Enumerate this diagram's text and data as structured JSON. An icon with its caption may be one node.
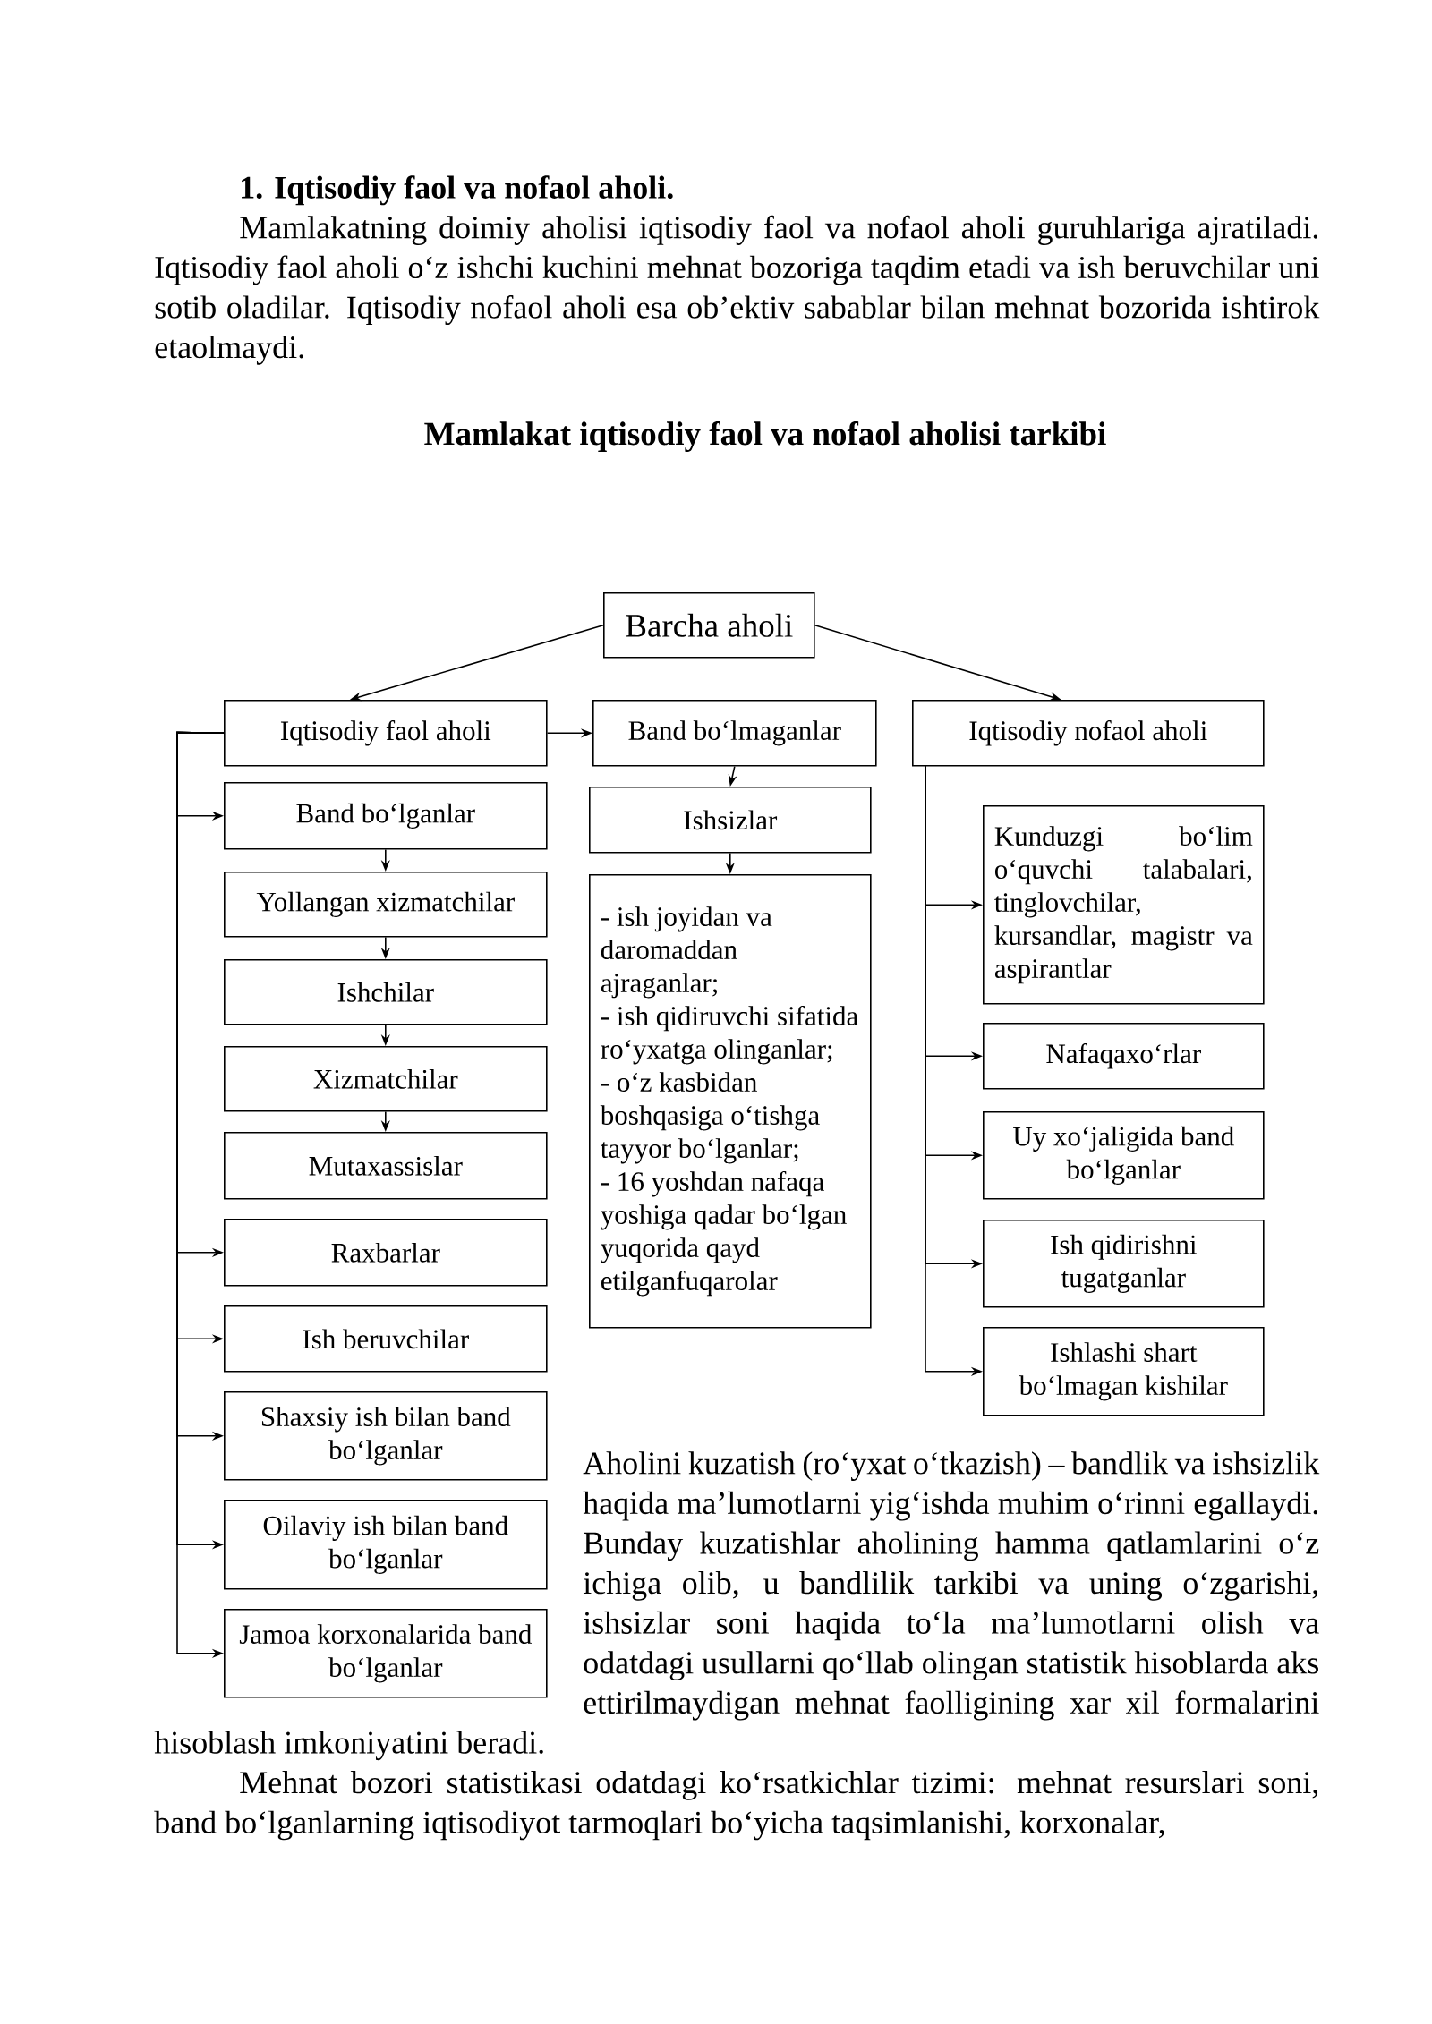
{
  "diagram": {
    "title": "Mamlakat iqtisodiy faol va nofaol aholisi tarkibi",
    "nodes": [
      {
        "text": [
          "Barcha aholi"
        ]
      },
      {
        "text": [
          "Iqtisodiy faol aholi"
        ]
      },
      {
        "text": [
          "Band bo‘lmaganlar"
        ]
      },
      {
        "text": [
          "Iqtisodiy nofaol aholi"
        ]
      },
      {
        "text": [
          "Band bo‘lganlar"
        ]
      },
      {
        "text": [
          "Yollangan xizmatchilar"
        ]
      },
      {
        "text": [
          "Ishchilar"
        ]
      },
      {
        "text": [
          "Xizmatchilar"
        ]
      },
      {
        "text": [
          "Mutaxassislar"
        ]
      },
      {
        "text": [
          "Raxbarlar"
        ]
      },
      {
        "text": [
          "Ish beruvchilar"
        ]
      },
      {
        "text": [
          "Shaxsiy ish bilan band bo‘lganlar"
        ]
      },
      {
        "text": [
          "Oilaviy ish bilan band bo‘lganlar"
        ]
      },
      {
        "text": [
          "Jamoa korxonalarida band bo‘lganlar"
        ]
      },
      {
        "text": [
          "Ishsizlar"
        ]
      },
      {
        "text": [
          "- ish joyidan va daromaddan ajraganlar;",
          "- ish qidiruvchi sifatida ro‘yxatga olinganlar;",
          "- o‘z kasbidan boshqasiga o‘tishga tayyor bo‘lganlar;",
          "- 16 yoshdan nafaqa yoshiga qadar bo‘lgan yuqorida qayd etilganfuqarolar"
        ]
      },
      {
        "text": [
          "Kunduzgi bo‘lim o‘quvchi talabalari, tinglovchilar, kursandlar, magistr va aspirantlar"
        ]
      },
      {
        "text": [
          "Nafaqaxo‘rlar"
        ]
      },
      {
        "text": [
          "Uy xo‘jaligida band bo‘lganlar"
        ]
      },
      {
        "text": [
          "Ish qidirishni tugatganlar"
        ]
      },
      {
        "text": [
          "Ishlashi shart bo‘lmagan kishilar"
        ]
      }
    ],
    "edges": [
      {
        "from": 0,
        "to": 1,
        "arrow": "to"
      },
      {
        "from": 0,
        "to": 3,
        "arrow": "to"
      },
      {
        "from": 1,
        "to": 2,
        "arrow": "to"
      },
      {
        "from": 2,
        "to": 14,
        "arrow": "to"
      },
      {
        "from": 14,
        "to": 15,
        "arrow": "to"
      },
      {
        "from": 4,
        "to": 5,
        "arrow": "to"
      },
      {
        "from": 5,
        "to": 6,
        "arrow": "to"
      },
      {
        "from": 6,
        "to": 7,
        "arrow": "to"
      },
      {
        "from": 7,
        "to": 8,
        "arrow": "to"
      },
      {
        "from": 1,
        "to": 4,
        "arrow": "to"
      },
      {
        "from": 1,
        "to": 9,
        "arrow": "to"
      },
      {
        "from": 1,
        "to": 10,
        "arrow": "to"
      },
      {
        "from": 1,
        "to": 11,
        "arrow": "to"
      },
      {
        "from": 1,
        "to": 12,
        "arrow": "to"
      },
      {
        "from": 1,
        "to": 13,
        "arrow": "to"
      },
      {
        "from": 3,
        "to": 16,
        "arrow": "to"
      },
      {
        "from": 3,
        "to": 17,
        "arrow": "to"
      },
      {
        "from": 3,
        "to": 18,
        "arrow": "to"
      },
      {
        "from": 3,
        "to": 19,
        "arrow": "to"
      },
      {
        "from": 3,
        "to": 20,
        "arrow": "to"
      }
    ],
    "labels": [
      "1. Iqtisodiy faol va nofaol aholi.",
      "Mamlakatning doimiy aholisi iqtisodiy faol va nofaol aholi guruhlariga ajratiladi. Iqtisodiy faol aholi o‘z ishchi kuchini mehnat bozoriga taqdim etadi va ish beruvchilar uni sotib oladilar. Iqtisodiy nofaol aholi esa ob’ektiv sabablar bilan mehnat bozorida ishtirok etaolmaydi.",
      "Aholini kuzatish (ro‘yxat o‘tkazish) – bandlik va ishsizlik haqida ma’lumotlarni yig‘ishda muhim o‘rinni egallaydi. Bunday kuzatishlar aholining hamma qatlamlarini o‘z ichiga olib, u bandlilik tarkibi va uning o‘zgarishi, ishsizlar soni haqida to‘la ma’lumotlarni olish va odatdagi usullarni qo‘llab olingan statistik hisoblarda aks ettirilmaydigan mehnat faolligining xar xil formalarini hisoblash imkoniyatini beradi.",
      "Mehnat bozori statistikasi odatdagi ko‘rsatkichlar tizimi: mehnat resurslari soni, band bo‘lganlarning iqtisodiyot tarmoqlari bo‘yicha taqsimlanishi, korxonalar,"
    ]
  }
}
